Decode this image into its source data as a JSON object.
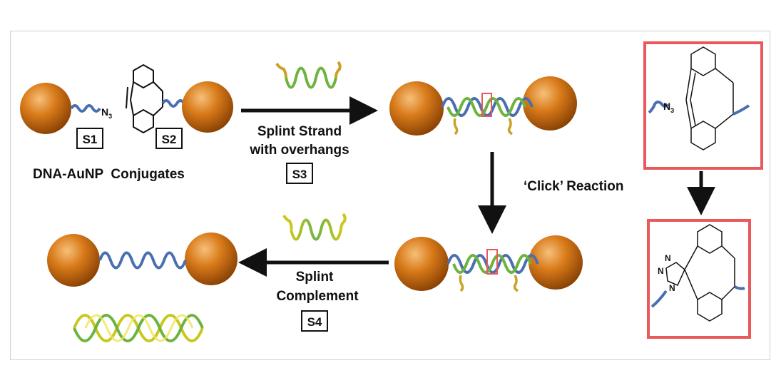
{
  "labels": {
    "s1": "S1",
    "s2": "S2",
    "s3": "S3",
    "s4": "S4",
    "n3_left": "N",
    "n3_left_sub": "3",
    "n3_right": "N",
    "n3_right_sub": "3",
    "conjugates": "DNA-AuNP  Conjugates",
    "splint_strand_line1": "Splint Strand",
    "splint_strand_line2": "with overhangs",
    "click_reaction": "‘Click’ Reaction",
    "splint_line1": "Splint",
    "complement_line2": "Complement",
    "triazole_n1": "N",
    "triazole_n2": "N",
    "triazole_n3": "N"
  },
  "colors": {
    "gold": "#d97b1a",
    "dna_blue": "#4a6fb0",
    "splint_green": "#6db33f",
    "overhang_gold": "#c9a227",
    "highlight_red": "#e9595c"
  }
}
